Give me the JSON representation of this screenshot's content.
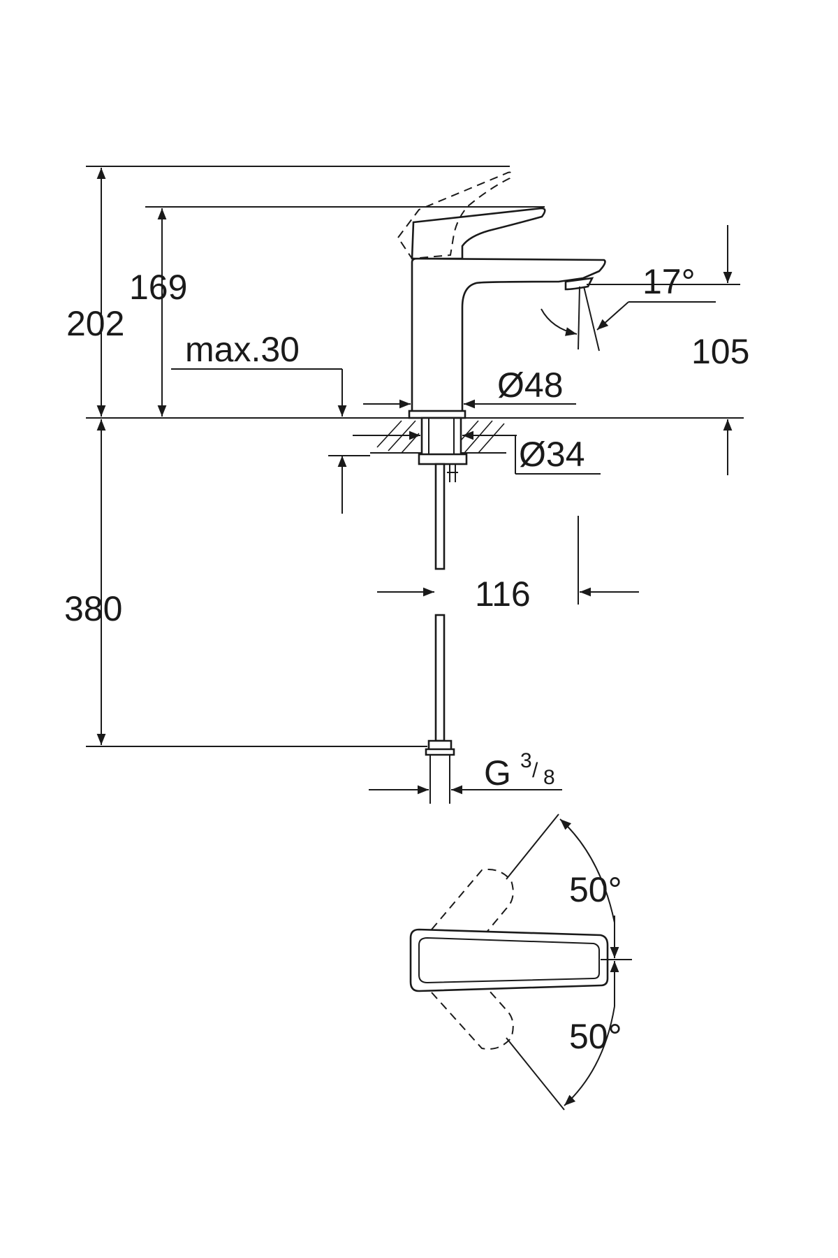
{
  "dimensions": {
    "total_height": "202",
    "spout_height": "169",
    "max_deck_thickness": "max.30",
    "spout_angle": "17°",
    "spout_outlet_height": "105",
    "base_diameter": "Ø48",
    "hole_diameter": "Ø34",
    "hose_length": "380",
    "spout_reach": "116",
    "connection_thread_letter": "G",
    "connection_thread_numerator": "3",
    "connection_thread_denominator": "8",
    "lever_rotation_left": "50°",
    "lever_rotation_right": "50°"
  },
  "colors": {
    "line": "#1a1a1a",
    "background": "#ffffff"
  }
}
